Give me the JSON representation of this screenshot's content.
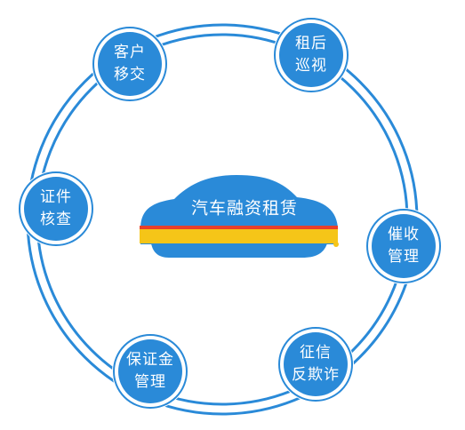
{
  "center": {
    "title": "汽车融资租赁"
  },
  "nodes": [
    {
      "id": "customer-handover",
      "line1": "客户",
      "line2": "移交"
    },
    {
      "id": "post-lease-inspection",
      "line1": "租后",
      "line2": "巡视"
    },
    {
      "id": "document-verification",
      "line1": "证件",
      "line2": "核查"
    },
    {
      "id": "collection-management",
      "line1": "催收",
      "line2": "管理"
    },
    {
      "id": "deposit-management",
      "line1": "保证金",
      "line2": "管理"
    },
    {
      "id": "credit-anti-fraud",
      "line1": "征信",
      "line2": "反欺诈"
    }
  ],
  "colors": {
    "primary_blue": "#2a8ad8",
    "ring_blue": "#2a8ad8",
    "node_fill": "#2a8ad8",
    "stripe_yellow": "#f5c518",
    "stripe_red": "#e8402a",
    "background": "#ffffff"
  }
}
